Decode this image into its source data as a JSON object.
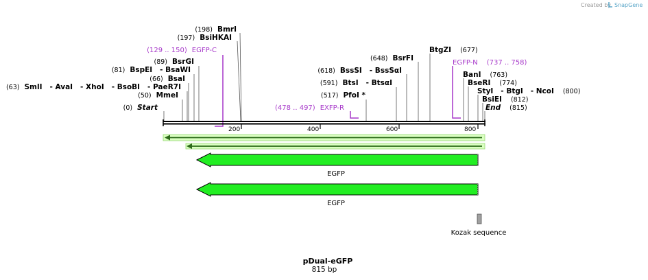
{
  "credit": {
    "prefix": "Created by",
    "brand": "SnapGene"
  },
  "sequence": {
    "name": "pDual-eGFP",
    "length_label": "815 bp",
    "length_bp": 815
  },
  "ruler_ticks": [
    "200",
    "400",
    "600",
    "800"
  ],
  "sites": {
    "start": {
      "pos": "(0)",
      "text": "Start"
    },
    "mmei": {
      "pos": "(50)",
      "text": "MmeI"
    },
    "smli": {
      "pos": "(63)",
      "text": "SmlI   - AvaI   - XhoI   - BsoBI   - PaeR7I"
    },
    "bsai": {
      "pos": "(66)",
      "text": "BsaI"
    },
    "bspei": {
      "pos": "(81)",
      "text": "BspEI   - BsaWI"
    },
    "bsrgi": {
      "pos": "(89)",
      "text": "BsrGI"
    },
    "bsihkai": {
      "pos": "(197)",
      "text": "BsiHKAI"
    },
    "bmri": {
      "pos": "(198)",
      "text": "BmrI"
    },
    "pfoi": {
      "pos": "(517)",
      "text": "PfoI *"
    },
    "btsi": {
      "pos": "(591)",
      "text": "BtsI   - BtsαI"
    },
    "bsssi": {
      "pos": "(618)",
      "text": "BssSI   - BssSαI"
    },
    "bsrfi": {
      "pos": "(648)",
      "text": "BsrFI"
    },
    "btgzi": {
      "pos": "(677)",
      "text": "BtgZI"
    },
    "bani": {
      "pos": "(763)",
      "text": "BanI"
    },
    "bseri": {
      "pos": "(774)",
      "text": "BseRI"
    },
    "styi": {
      "pos": "(800)",
      "text": "StyI   - BtgI   - NcoI"
    },
    "bsiei": {
      "pos": "(812)",
      "text": "BsiEI"
    },
    "end": {
      "pos": "(815)",
      "text": "End"
    }
  },
  "primers": {
    "egfp_c": {
      "range": "(129 .. 150)",
      "name": "EGFP-C"
    },
    "exfp_r": {
      "range": "(478 .. 497)",
      "name": "EXFP-R"
    },
    "egfp_n": {
      "range": "(737 .. 758)",
      "name": "EGFP-N"
    }
  },
  "features": {
    "egfp_1": "EGFP",
    "egfp_2": "EGFP",
    "kozak": "Kozak sequence"
  },
  "colors": {
    "primer": "#a637c9",
    "feature": "#22ee22",
    "orf_line": "#2d6a1a",
    "kozak": "#a0a0a0"
  }
}
